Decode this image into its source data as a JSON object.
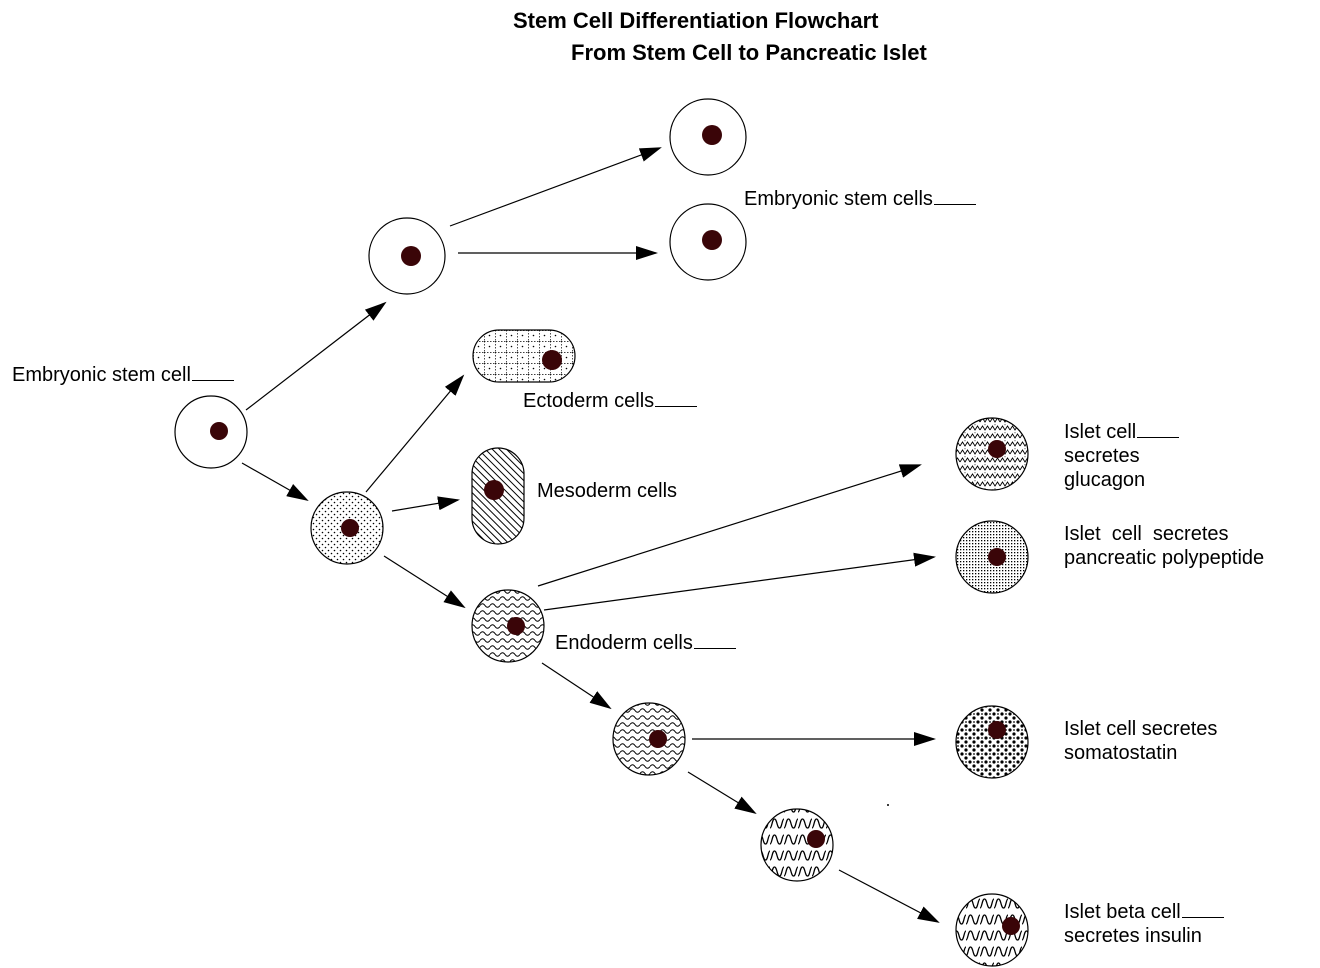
{
  "title": {
    "line1": "Stem Cell Differentiation Flowchart",
    "line2": "From Stem Cell to Pancreatic Islet"
  },
  "labels": {
    "embryonic_stem_cell": "Embryonic stem cell",
    "embryonic_stem_cells": "Embryonic stem cells",
    "ectoderm_cells": "Ectoderm cells",
    "mesoderm_cells": "Mesoderm cells",
    "endoderm_cells": "Endoderm cells",
    "glucagon_line1": "Islet cell",
    "glucagon_line2": "secretes",
    "glucagon_line3": "glucagon",
    "polypeptide_line1": "Islet  cell  secretes",
    "polypeptide_line2": "pancreatic polypeptide",
    "somatostatin_line1": "Islet cell secretes",
    "somatostatin_line2": "somatostatin",
    "insulin_line1": "Islet beta cell",
    "insulin_line2": "secretes insulin"
  },
  "colors": {
    "nucleus": "#3a0508",
    "stroke": "#000000",
    "background": "#ffffff"
  }
}
